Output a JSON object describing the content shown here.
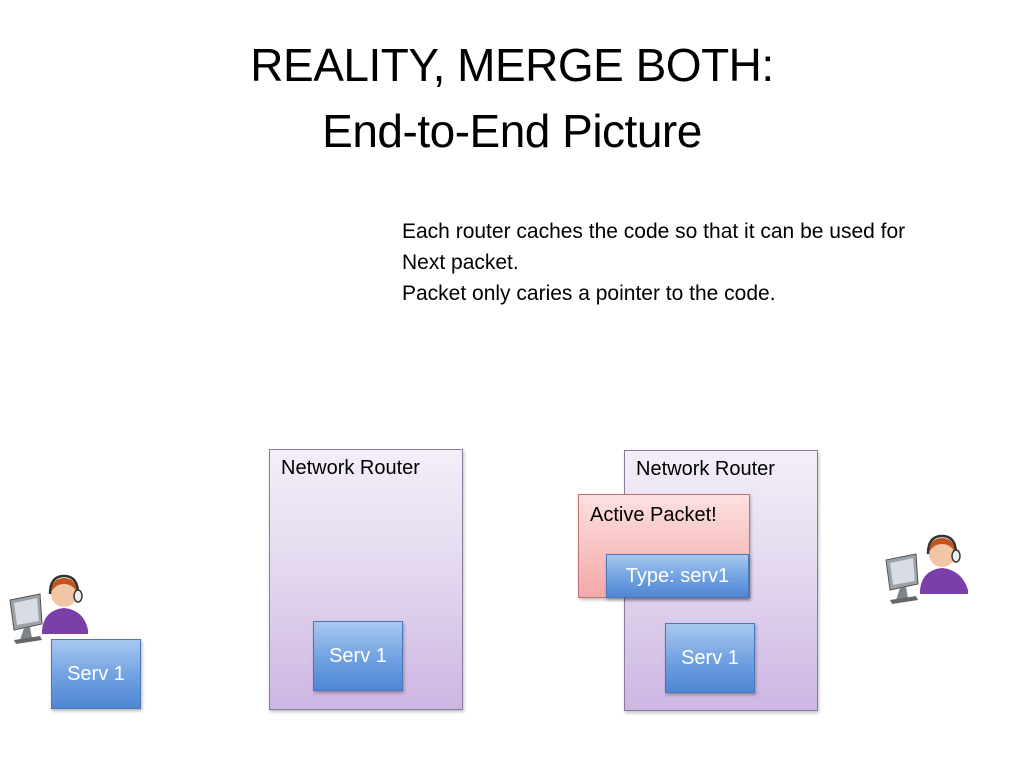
{
  "title": {
    "line1": "REALITY, MERGE BOTH:",
    "line2": "End-to-End Picture"
  },
  "note": {
    "line1": "Each router caches the code so that it can be used for",
    "line2": "Next packet.",
    "line3": "Packet only caries a  pointer to the code."
  },
  "router_left": {
    "label": "Network Router",
    "serv": "Serv 1"
  },
  "router_right": {
    "label": "Network Router",
    "serv": "Serv 1"
  },
  "packet": {
    "label": "Active Packet!",
    "type": "Type: serv1"
  },
  "left_host": {
    "serv": "Serv 1",
    "icon": "user-at-computer-icon"
  },
  "right_host": {
    "icon": "user-at-computer-icon"
  },
  "colors": {
    "router_fill": "#cdb6e3",
    "serv_fill": "#4f86d4",
    "packet_fill": "#f3a8a8"
  }
}
